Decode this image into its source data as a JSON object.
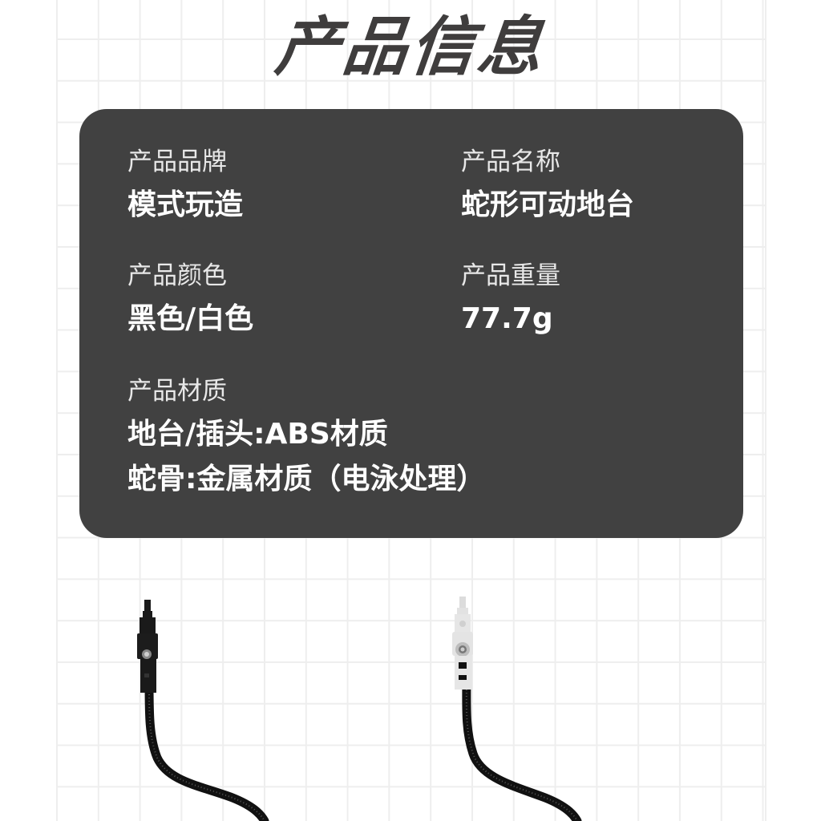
{
  "page": {
    "title": "产品信息"
  },
  "info_card": {
    "brand": {
      "label": "产品品牌",
      "value": "模式玩造"
    },
    "name": {
      "label": "产品名称",
      "value": "蛇形可动地台"
    },
    "color": {
      "label": "产品颜色",
      "value": "黑色/白色"
    },
    "weight": {
      "label": "产品重量",
      "value": "77.7g"
    },
    "material": {
      "label": "产品材质",
      "values": [
        "地台/插头:ABS材质",
        "蛇骨:金属材质（电泳处理）"
      ]
    }
  },
  "products": [
    {
      "variant": "black",
      "head_color": "#1a1a1a",
      "arm_color": "#111111"
    },
    {
      "variant": "white",
      "head_color": "#e6e6e6",
      "arm_color": "#111111"
    }
  ],
  "colors": {
    "card_bg": "#414141",
    "title_text": "#3f3d3d",
    "grid_line": "#eeeeee",
    "background": "#ffffff"
  }
}
